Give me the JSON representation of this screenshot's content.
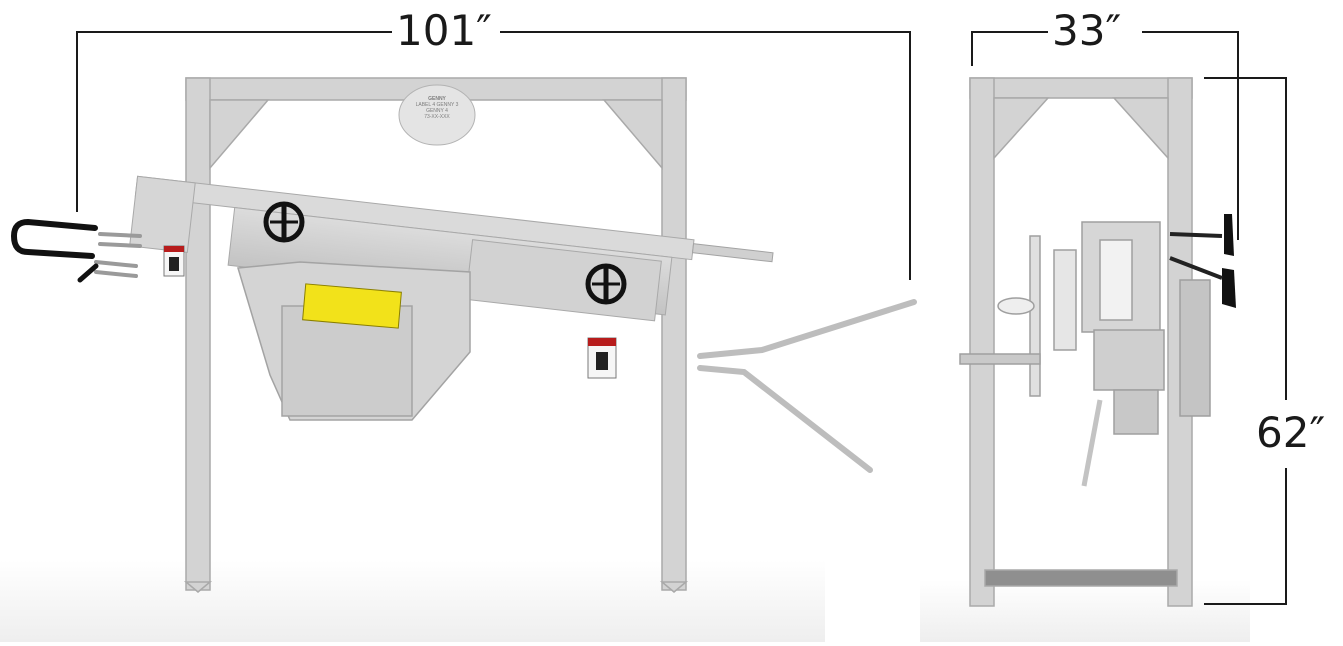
{
  "dimensions": {
    "width_front": "101″",
    "width_side": "33″",
    "height": "62″"
  },
  "plaque": {
    "line1": "GENNY",
    "line2": "LABEL 4 GENNY 3",
    "line3": "GENNY 4",
    "line4": "73-XX-XXX"
  },
  "colors": {
    "frame": "#cfcfcf",
    "frame_edge": "#a9a9a9",
    "dimension_line": "#1a1a1a",
    "warning_label": "#f2e21a",
    "danger_label": "#b71c1c",
    "handle": "#111111"
  }
}
